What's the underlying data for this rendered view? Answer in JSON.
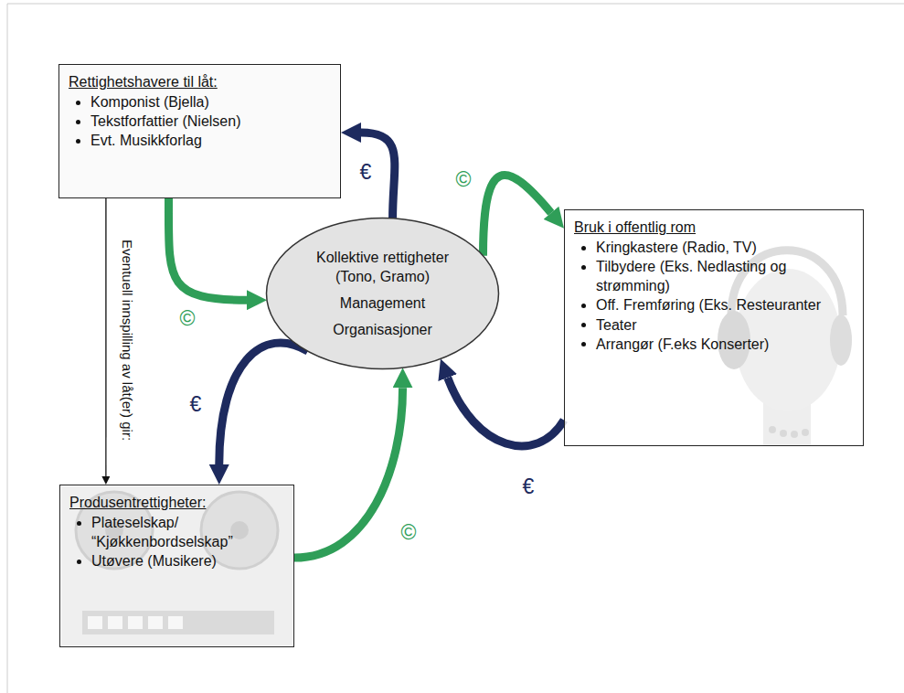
{
  "diagram": {
    "nodes": [
      {
        "text": [
          "Rettighetshavere til låt:",
          "Komponist (Bjella)",
          "Tekstforfattier (Nielsen)",
          "Evt. Musikkforlag"
        ]
      },
      {
        "text": [
          "Kollektive rettigheter (Tono, Gramo)",
          "Management",
          "Organisasjoner"
        ]
      },
      {
        "text": [
          "Bruk i offentlig rom",
          "Kringkastere (Radio, TV)",
          "Tilbydere (Eks. Nedlasting og strømming)",
          "Off. Fremføring (Eks. Resteuranter",
          "Teater",
          "Arrangør (F.eks Konserter)"
        ]
      },
      {
        "text": [
          "Produsentrettigheter:",
          "Plateselskap/ “Kjøkkenbordselskap”",
          "Utøvere (Musikere)"
        ]
      }
    ],
    "edges": [
      {
        "from": 0,
        "to": 1,
        "arrow": "to",
        "label": "©"
      },
      {
        "from": 1,
        "to": 0,
        "arrow": "to",
        "label": "€"
      },
      {
        "from": 1,
        "to": 2,
        "arrow": "to",
        "label": "©"
      },
      {
        "from": 2,
        "to": 1,
        "arrow": "to",
        "label": "€"
      },
      {
        "from": 3,
        "to": 1,
        "arrow": "to",
        "label": "©"
      },
      {
        "from": 1,
        "to": 3,
        "arrow": "to",
        "label": "€"
      },
      {
        "from": 0,
        "to": 3,
        "arrow": "to",
        "label": "Eventuell innspilling av låt(er) gir:"
      }
    ]
  }
}
